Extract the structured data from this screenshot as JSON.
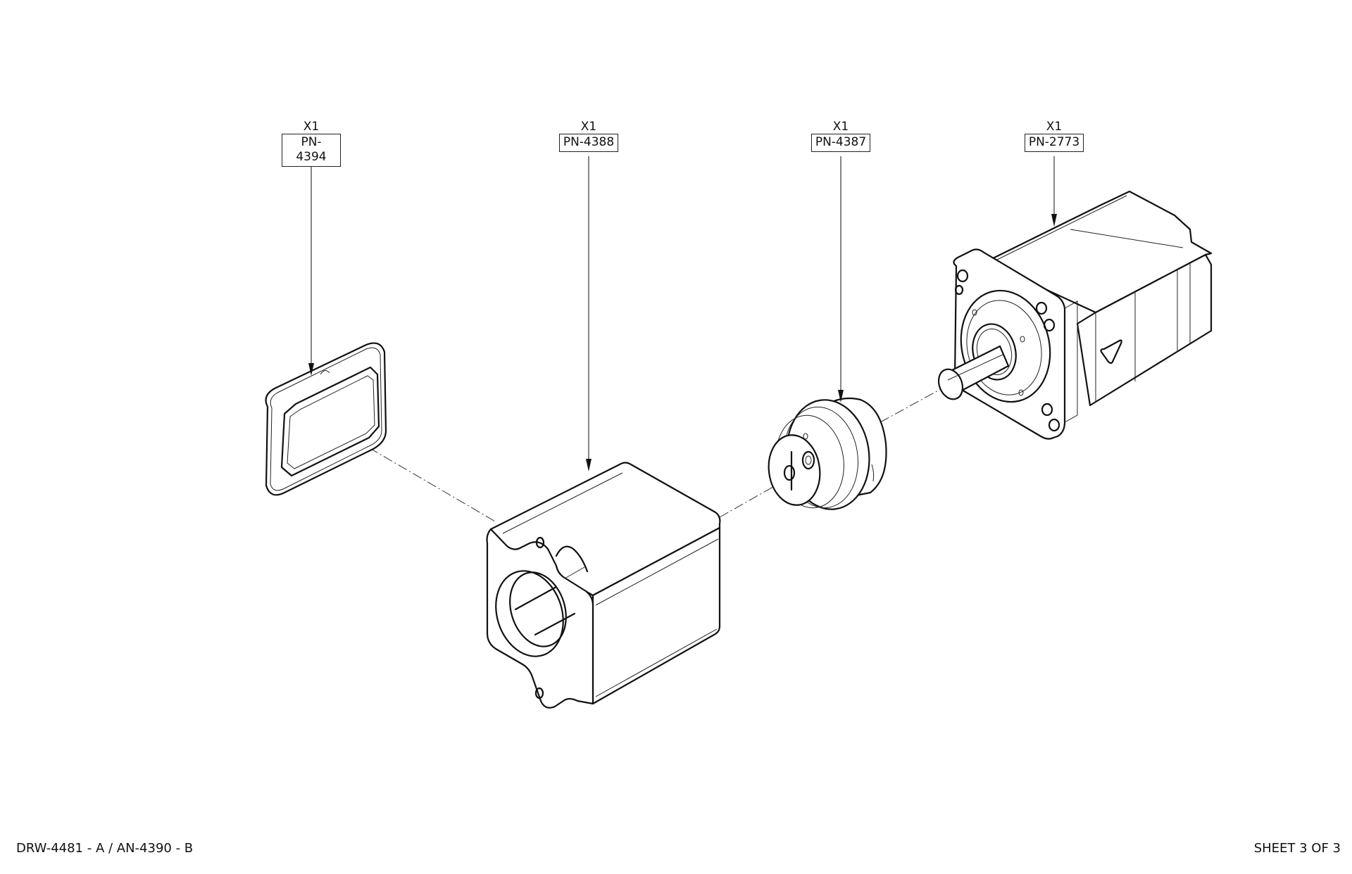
{
  "drawing": {
    "type": "exploded isometric assembly",
    "callouts": [
      {
        "qty": "X1",
        "part_number": "PN-4394",
        "part": "gasket-frame"
      },
      {
        "qty": "X1",
        "part_number": "PN-4388",
        "part": "motor-adapter-housing"
      },
      {
        "qty": "X1",
        "part_number": "PN-4387",
        "part": "shaft-coupling"
      },
      {
        "qty": "X1",
        "part_number": "PN-2773",
        "part": "servo-motor"
      }
    ]
  },
  "footer": {
    "drawing_ref": "DRW-4481 - A / AN-4390 - B",
    "sheet": "SHEET 3 OF 3"
  },
  "colors": {
    "background": "#ffffff",
    "linework": "#111111"
  }
}
